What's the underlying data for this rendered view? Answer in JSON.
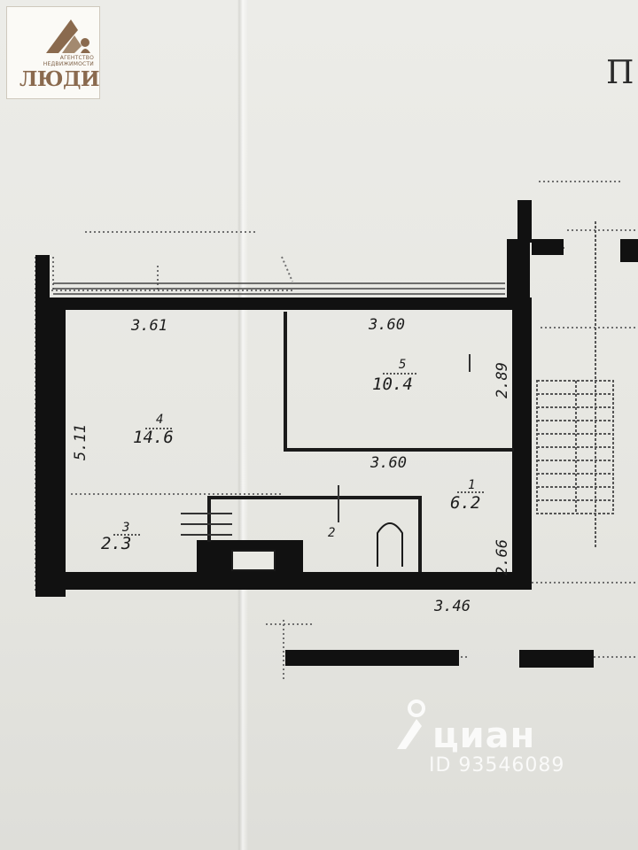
{
  "logo": {
    "subtitle": "АГЕНТСТВО НЕДВИЖИМОСТИ",
    "brand": "ЛЮДИ"
  },
  "corner_text": "П",
  "plan": {
    "dimensions": {
      "room4_top": "3.61",
      "room5_top": "3.60",
      "room5_right": "2.89",
      "room5_bottom": "3.60",
      "room4_left": "5.11",
      "room1_right": "2.66",
      "bottom": "3.46"
    },
    "rooms": [
      {
        "number": "4",
        "area": "14.6"
      },
      {
        "number": "5",
        "area": "10.4"
      },
      {
        "number": "1",
        "area": "6.2"
      },
      {
        "number": "3",
        "area": "2.3"
      },
      {
        "number": "2",
        "area": ""
      }
    ]
  },
  "watermark": {
    "brand": "циан",
    "id": "ID 93546089"
  },
  "colors": {
    "paper": "#e9e9e4",
    "ink": "#111111",
    "logo_brown": "#8a6a4e"
  }
}
